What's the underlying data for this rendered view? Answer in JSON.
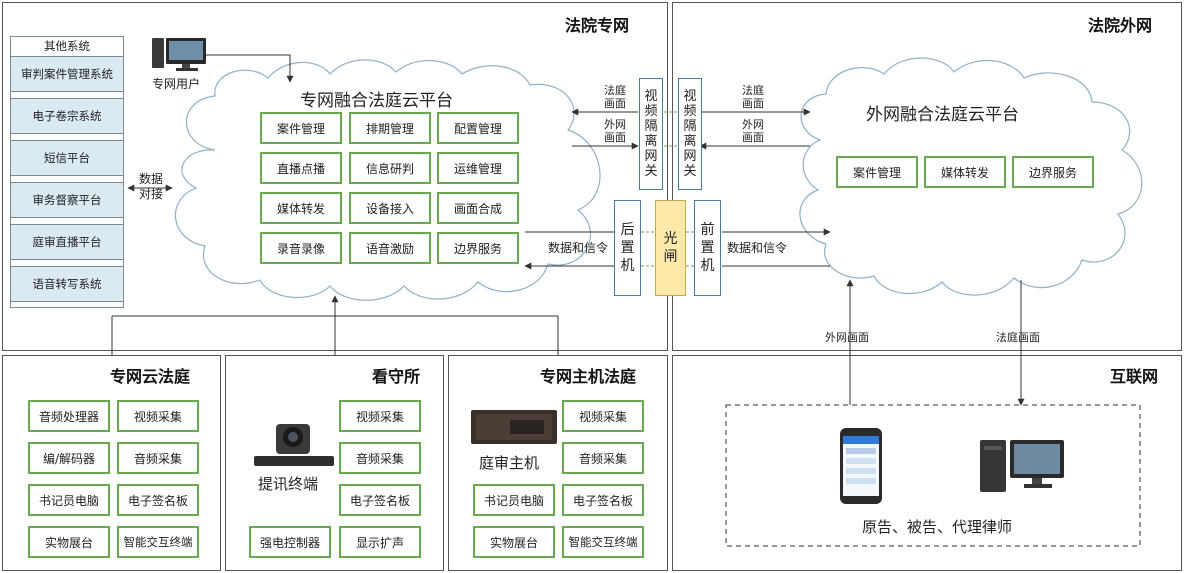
{
  "panels": {
    "inner_net": "法院专网",
    "outer_net": "法院外网",
    "private_cloud_court": "专网云法庭",
    "detention": "看守所",
    "host_court": "专网主机法庭",
    "internet": "互联网"
  },
  "inner_cloud": {
    "title": "专网融合法庭云平台",
    "modules": [
      "案件管理",
      "排期管理",
      "配置管理",
      "直播点播",
      "信息研判",
      "运维管理",
      "媒体转发",
      "设备接入",
      "画面合成",
      "录音录像",
      "语音激励",
      "边界服务"
    ]
  },
  "outer_cloud": {
    "title": "外网融合法庭云平台",
    "modules": [
      "案件管理",
      "媒体转发",
      "边界服务"
    ]
  },
  "other_systems": {
    "header": "其他系统",
    "items": [
      "审判案件管理系统",
      "电子卷宗系统",
      "短信平台",
      "审务督察平台",
      "庭审直播平台",
      "语音转写系统"
    ]
  },
  "user": {
    "label": "专网用户"
  },
  "gateways": {
    "video_gateway": "视频隔离网关",
    "rear": "后置机",
    "light_gate": "光闸",
    "front": "前置机"
  },
  "labels": {
    "data_dock": "数据对接",
    "court_picture": "法庭画面",
    "outer_picture": "外网画面",
    "data_signal": "数据和信令",
    "outer_picture_v": "外网画面",
    "court_picture_v": "法庭画面"
  },
  "private_cloud_court": {
    "left": [
      "音频处理器",
      "编/解码器",
      "书记员电脑",
      "实物展台"
    ],
    "right": [
      "视频采集",
      "音频采集",
      "电子签名板",
      "智能交互终端"
    ]
  },
  "detention": {
    "device_label": "提讯终端",
    "right": [
      "视频采集",
      "音频采集",
      "电子签名板",
      "显示扩声"
    ],
    "bottom_left": "强电控制器"
  },
  "host_court": {
    "device_label": "庭审主机",
    "left": [
      "书记员电脑",
      "实物展台"
    ],
    "right": [
      "视频采集",
      "音频采集",
      "电子签名板",
      "智能交互终端"
    ]
  },
  "internet": {
    "parties": "原告、被告、代理律师"
  },
  "colors": {
    "module_border": "#6aa84f",
    "system_fill": "#dbe9f1",
    "light_gate_fill": "#fde9a9",
    "line": "#333333"
  }
}
